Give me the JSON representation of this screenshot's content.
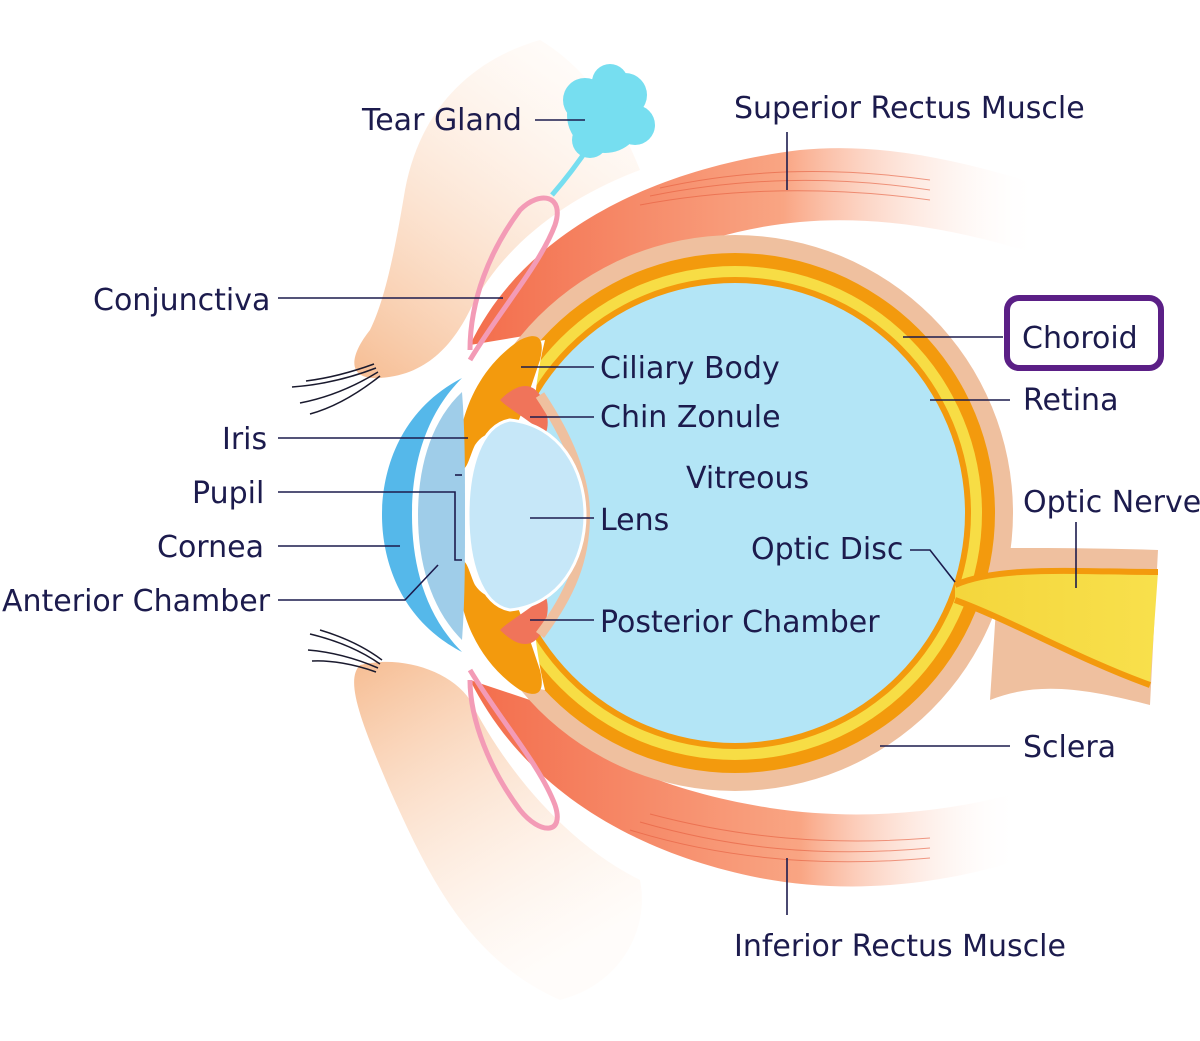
{
  "labels": {
    "tear_gland": "Tear Gland",
    "superior_rectus": "Superior Rectus Muscle",
    "conjunctiva": "Conjunctiva",
    "choroid": "Choroid",
    "ciliary_body": "Ciliary Body",
    "chin_zonule": "Chin Zonule",
    "retina": "Retina",
    "iris": "Iris",
    "vitreous": "Vitreous",
    "pupil": "Pupil",
    "lens": "Lens",
    "optic_nerve": "Optic Nerve",
    "cornea": "Cornea",
    "optic_disc": "Optic Disc",
    "anterior_chamber": "Anterior Chamber",
    "posterior_chamber": "Posterior Chamber",
    "sclera": "Sclera",
    "inferior_rectus": "Inferior Rectus Muscle"
  },
  "highlight": {
    "label": "choroid",
    "color": "#5b1f86"
  },
  "colors": {
    "vitreous": "#b3e5f6",
    "choroid": "#f39a0d",
    "retina": "#f7dd45",
    "sclera": "#efc09f",
    "muscle": "#f58966",
    "skin": "#f8c9a2",
    "cornea": "#55b8ea",
    "lens": "#c6e7f8",
    "conjunctiva": "#f39bb6",
    "tear_gland": "#76def0",
    "text": "#1c1b4d"
  }
}
